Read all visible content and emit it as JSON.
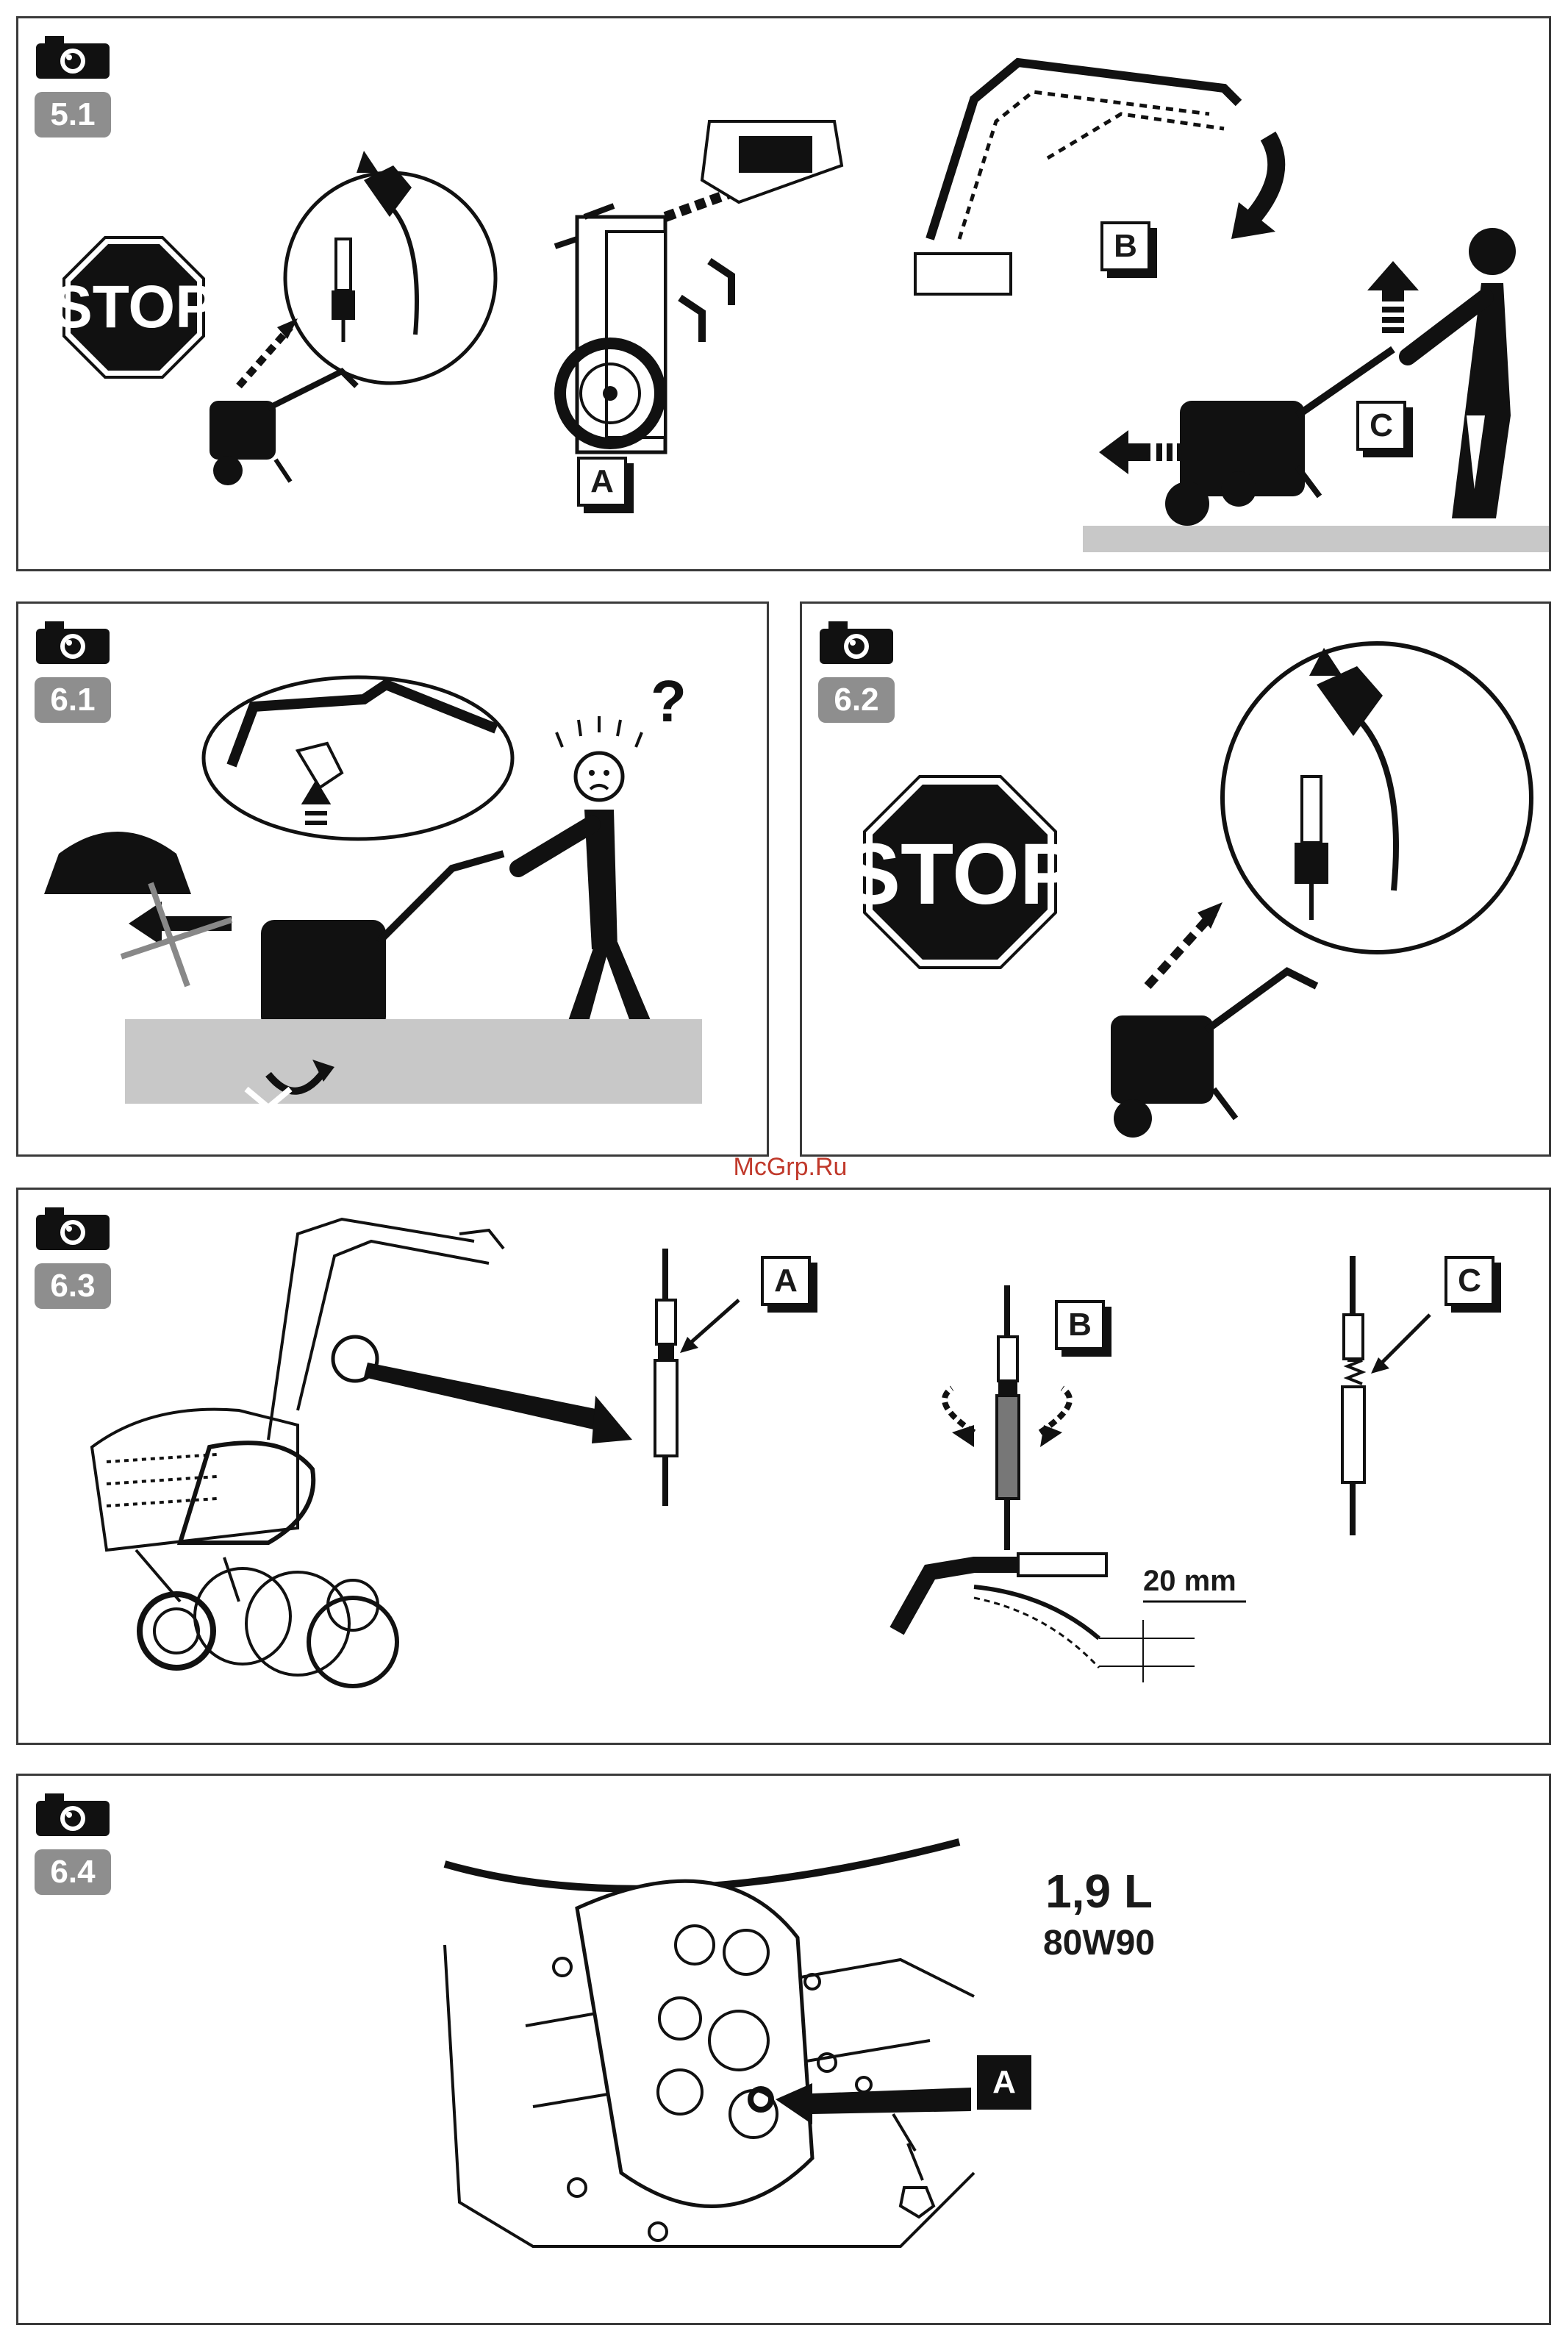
{
  "watermark": "McGrp.Ru",
  "panels": {
    "p51": {
      "badge": "5.1",
      "stop": "STOP",
      "label_a": "A",
      "label_b": "B",
      "label_c": "C"
    },
    "p61": {
      "badge": "6.1",
      "question": "?"
    },
    "p62": {
      "badge": "6.2",
      "stop": "STOP"
    },
    "p63": {
      "badge": "6.3",
      "label_a": "A",
      "label_b": "B",
      "label_c": "C",
      "measure": "20 mm"
    },
    "p64": {
      "badge": "6.4",
      "volume": "1,9 L",
      "oil_grade": "80W90",
      "label_a": "A"
    }
  },
  "icons": [
    "camera-icon",
    "stop-sign-icon",
    "spark-plug-icon",
    "arrow-icon",
    "tiller-icon",
    "operator-icon"
  ]
}
